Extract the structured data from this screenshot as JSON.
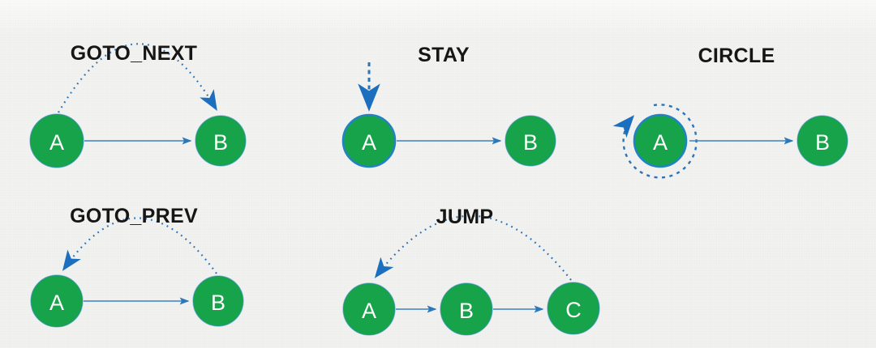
{
  "colors": {
    "node_green": "#17a34a",
    "node_outline_blue": "#2382c6",
    "arrow_blue": "#3b82c4",
    "dotted_blue": "#2b74b8",
    "title_color": "#161616",
    "node_label_color": "#ffffff",
    "background": "#f2f2f0"
  },
  "diagrams": [
    {
      "id": "goto_next",
      "title": "GOTO_NEXT",
      "nodes": [
        "A",
        "B"
      ],
      "solid_edges": [
        "A→B"
      ],
      "dotted_edge": {
        "from": "A",
        "to": "B",
        "shape": "arc-over-top"
      }
    },
    {
      "id": "stay",
      "title": "STAY",
      "nodes": [
        "A",
        "B"
      ],
      "solid_edges": [
        "A→B"
      ],
      "dotted_edge": {
        "from": "above",
        "to": "A",
        "shape": "vertical-dashed-arrow"
      }
    },
    {
      "id": "circle",
      "title": "CIRCLE",
      "nodes": [
        "A",
        "B"
      ],
      "solid_edges": [
        "A→B"
      ],
      "dotted_edge": {
        "from": "A",
        "to": "A",
        "shape": "dashed-loop-around-node"
      }
    },
    {
      "id": "goto_prev",
      "title": "GOTO_PREV",
      "nodes": [
        "A",
        "B"
      ],
      "solid_edges": [
        "A→B"
      ],
      "dotted_edge": {
        "from": "B",
        "to": "A",
        "shape": "arc-over-top"
      }
    },
    {
      "id": "jump",
      "title": "JUMP",
      "nodes": [
        "A",
        "B",
        "C"
      ],
      "solid_edges": [
        "A→B",
        "B→C"
      ],
      "dotted_edge": {
        "from": "C",
        "to": "A",
        "shape": "arc-over-top"
      }
    }
  ]
}
